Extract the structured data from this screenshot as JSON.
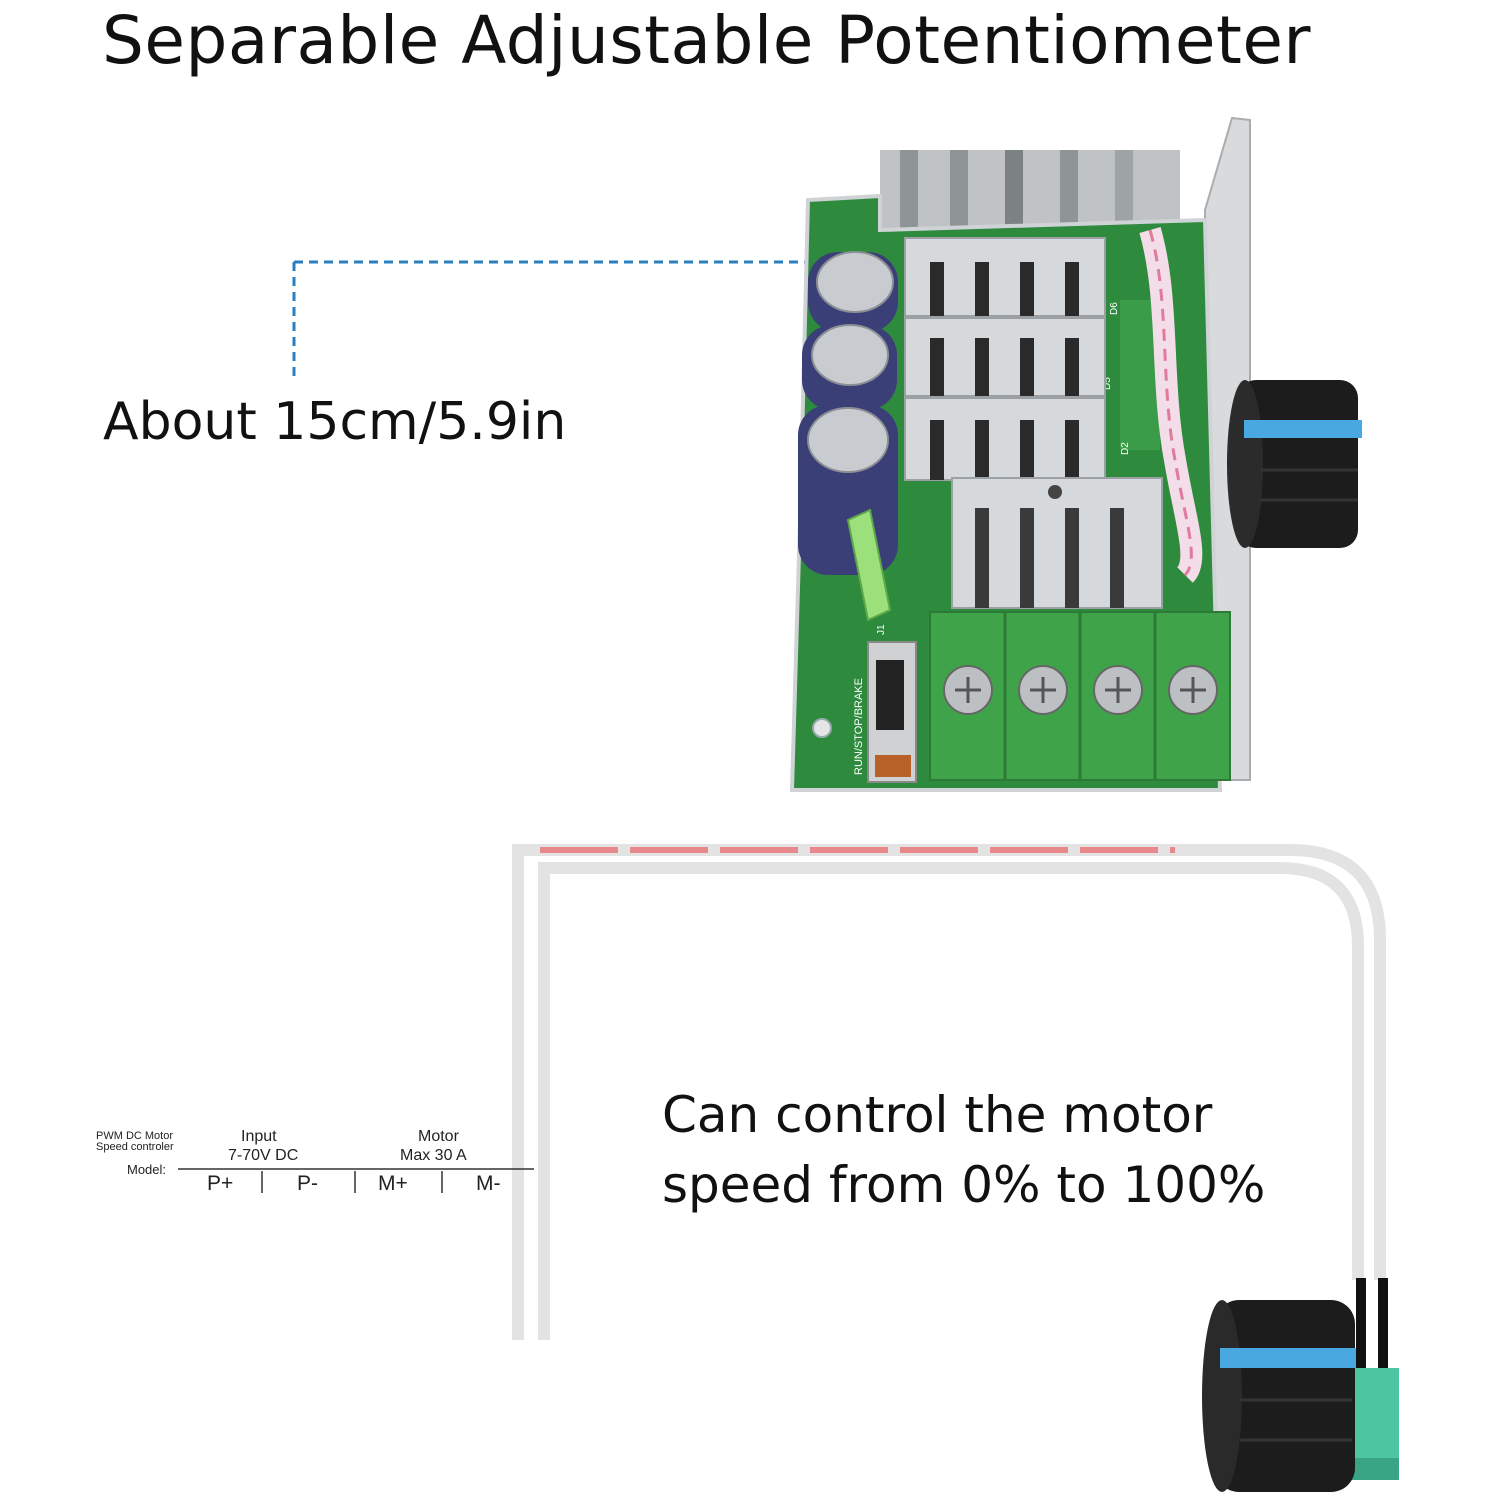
{
  "title": "Separable Adjustable Potentiometer",
  "size_label": "About 15cm/5.9in",
  "feature": {
    "line1": "Can control the motor",
    "line2": "speed from 0% to 100%"
  },
  "pcb": {
    "switch_label": "RUN/STOP/BRAKE",
    "silkscreen": [
      "D6",
      "D5",
      "D2",
      "J1"
    ]
  },
  "spec_label": {
    "product_line1": "PWM DC Motor",
    "product_line2": "Speed controler",
    "model_label": "Model:",
    "input_title": "Input",
    "input_value": "7-70V DC",
    "motor_title": "Motor",
    "motor_value": "Max  30  A",
    "terminals": [
      "P+",
      "P-",
      "M+",
      "M-"
    ]
  },
  "colors": {
    "pcb_green": "#2e8b3e",
    "terminal_green": "#3fa34a",
    "heatsink_silver": "#c9ccce",
    "knob_black": "#1c1c1c",
    "knob_stripe": "#4aa8e0",
    "dimension_line": "#2a7fc1",
    "cable_red_stripe": "#e8888a",
    "pot_green": "#4cc5a0"
  }
}
